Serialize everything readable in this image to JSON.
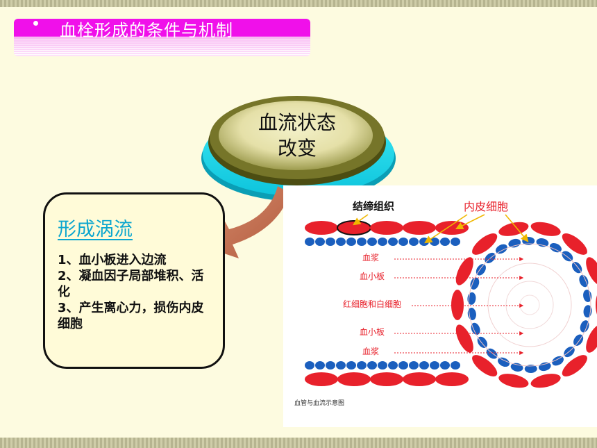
{
  "slide": {
    "title": "血栓形成的条件与机制",
    "ellipse_line1": "血流状态",
    "ellipse_line2": "改变",
    "box_heading": "形成涡流",
    "box_items": [
      "1、血小板进入边流",
      "2、凝血因子局部堆积、活化",
      "3、产生离心力，损伤内皮细胞"
    ]
  },
  "figure": {
    "label_connective": "结缔组织",
    "label_endothelial": "内皮细胞",
    "label_plasma_top": "血浆",
    "label_platelet_top": "血小板",
    "label_cells": "红细胞和白细胞",
    "label_platelet_bottom": "血小板",
    "label_plasma_bottom": "血浆",
    "caption": "血管与血流示意图"
  },
  "colors": {
    "title_band": "#f010ea",
    "ellipse_cyan": "#15e0f0",
    "ellipse_olive": "#6b6d22",
    "heading_blue": "#0ba6cf",
    "red_cell": "#e8212b",
    "blue_cell": "#1b5fbe"
  }
}
